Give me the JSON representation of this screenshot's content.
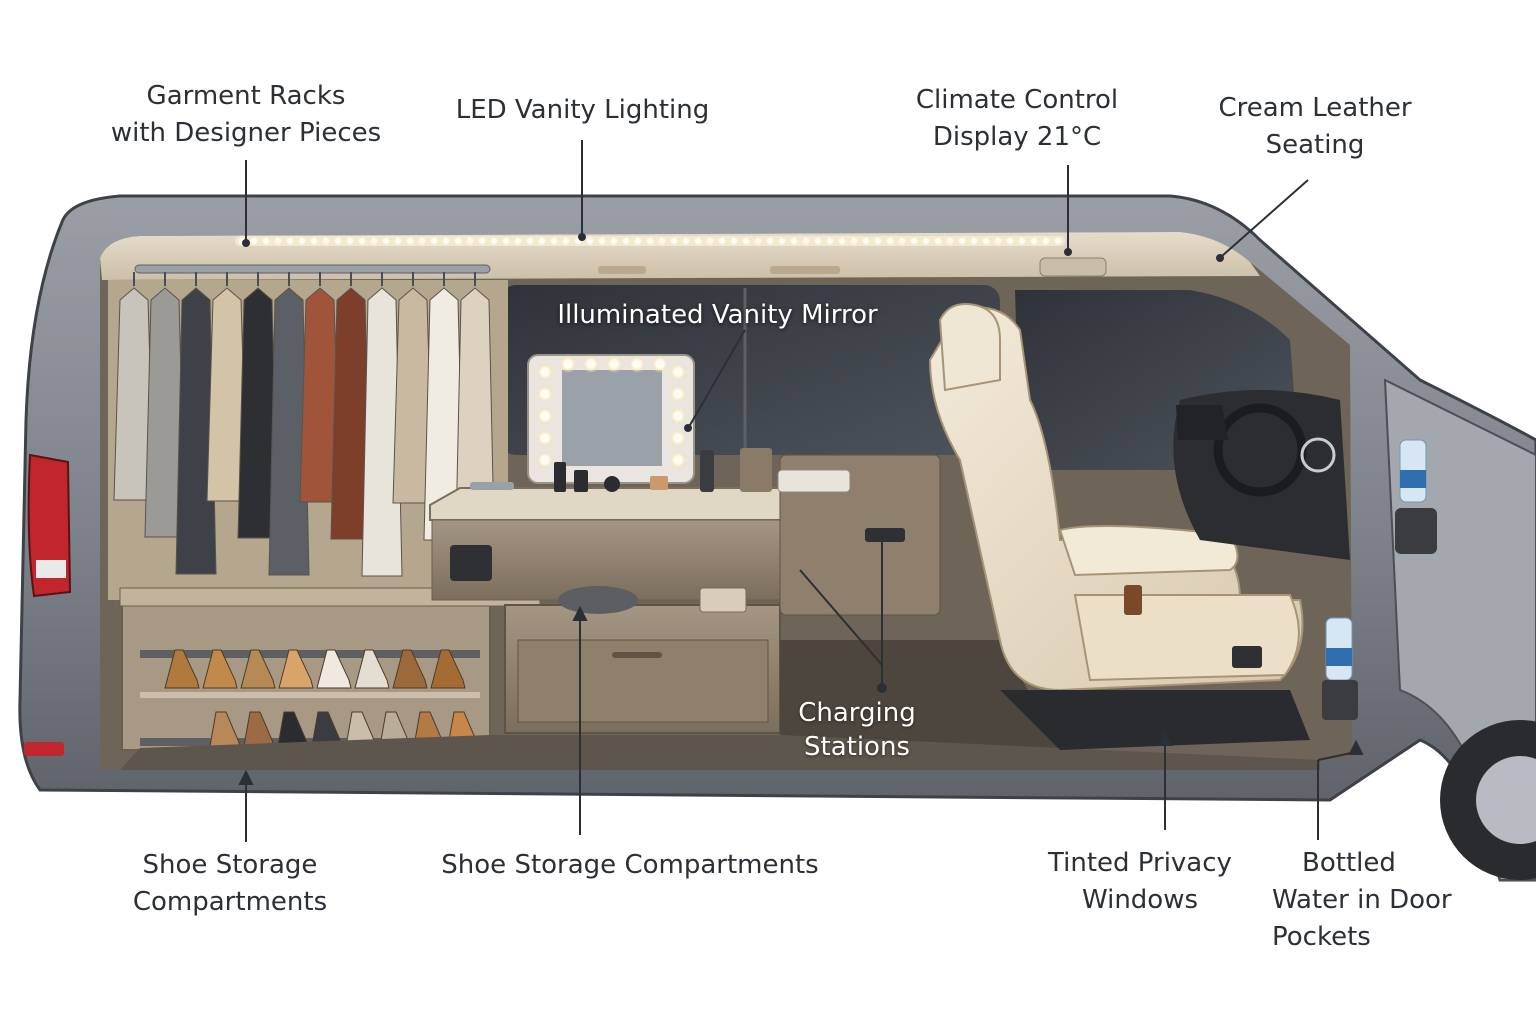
{
  "callouts": {
    "garment_racks": {
      "line1": "Garment Racks",
      "line2": "with Designer Pieces"
    },
    "led_lighting": {
      "line1": "LED Vanity Lighting"
    },
    "climate": {
      "line1": "Climate Control",
      "line2": "Display 21°C"
    },
    "leather": {
      "line1": "Cream Leather",
      "line2": "Seating"
    },
    "vanity_mirror": {
      "line1": "Illuminated Vanity Mirror"
    },
    "charging": {
      "line1": "Charging",
      "line2": "Stations"
    },
    "shoe_storage_left": {
      "line1": "Shoe Storage",
      "line2": "Compartments"
    },
    "shoe_storage_center": {
      "line1": "Shoe Storage Compartments"
    },
    "tinted_windows": {
      "line1": "Tinted Privacy",
      "line2": "Windows"
    },
    "bottled_water": {
      "line1": "Bottled",
      "line2": "Water in Door",
      "line3": "Pockets"
    }
  },
  "colors": {
    "body_grey": "#7d8189",
    "body_dark": "#4a4e55",
    "interior_beige": "#cdbfa8",
    "cabinet_taupe": "#8e7f6c",
    "leather_cream": "#eadfca",
    "window_tint": "#3b3f45",
    "tail_light": "#c0262b",
    "callout_line": "#2b2f36"
  }
}
